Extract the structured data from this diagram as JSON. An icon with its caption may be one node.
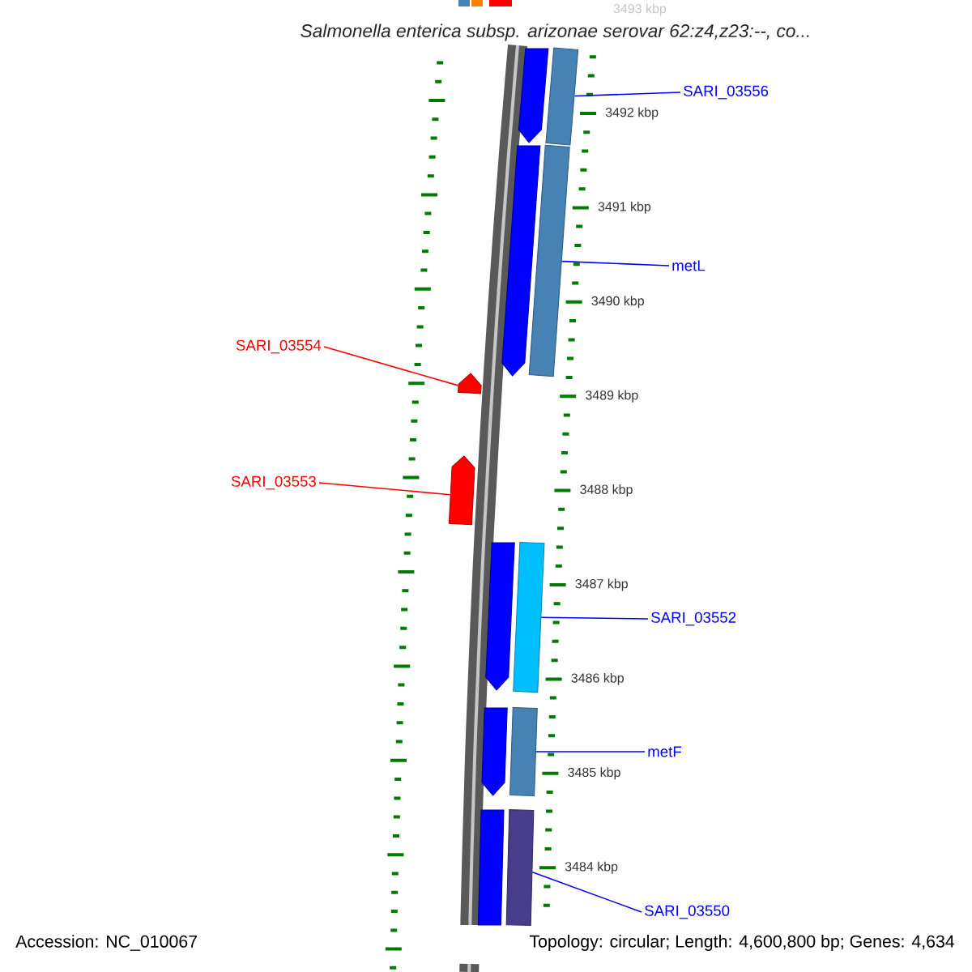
{
  "diagram": {
    "title": "Salmonella enterica subsp. arizonae serovar 62:z4,z23:--, co...",
    "nodes": [
      {
        "text": [
          "SARI_03556"
        ]
      },
      {
        "text": [],
        "shape": "bar"
      },
      {
        "text": [
          "metL"
        ]
      },
      {
        "text": [],
        "shape": "bar"
      },
      {
        "text": [
          "SARI_03554"
        ]
      },
      {
        "text": [],
        "shape": "arrow"
      },
      {
        "text": [
          "SARI_03553"
        ]
      },
      {
        "text": [],
        "shape": "arrow"
      },
      {
        "text": [
          "SARI_03552"
        ]
      },
      {
        "text": [],
        "shape": "bar"
      },
      {
        "text": [
          "metF"
        ]
      },
      {
        "text": [],
        "shape": "bar"
      },
      {
        "text": [
          "SARI_03550"
        ]
      },
      {
        "text": [],
        "shape": "bar"
      }
    ],
    "edges": [
      {
        "from": 0,
        "to": 1,
        "arrow": "none"
      },
      {
        "from": 2,
        "to": 3,
        "arrow": "none"
      },
      {
        "from": 4,
        "to": 5,
        "arrow": "none",
        "color": "#ff0000"
      },
      {
        "from": 6,
        "to": 7,
        "arrow": "none",
        "color": "#ff0000"
      },
      {
        "from": 8,
        "to": 9,
        "arrow": "none"
      },
      {
        "from": 10,
        "to": 11,
        "arrow": "none"
      },
      {
        "from": 12,
        "to": 13,
        "arrow": "none"
      }
    ],
    "labels": [
      "3493 kbp",
      "3492 kbp",
      "3491 kbp",
      "3490 kbp",
      "3489 kbp",
      "3488 kbp",
      "3487 kbp",
      "3486 kbp",
      "3485 kbp",
      "3484 kbp",
      "Accession: NC_010067",
      "Topology: circular; Length: 4,600,800 bp; Genes: 4,634"
    ]
  }
}
